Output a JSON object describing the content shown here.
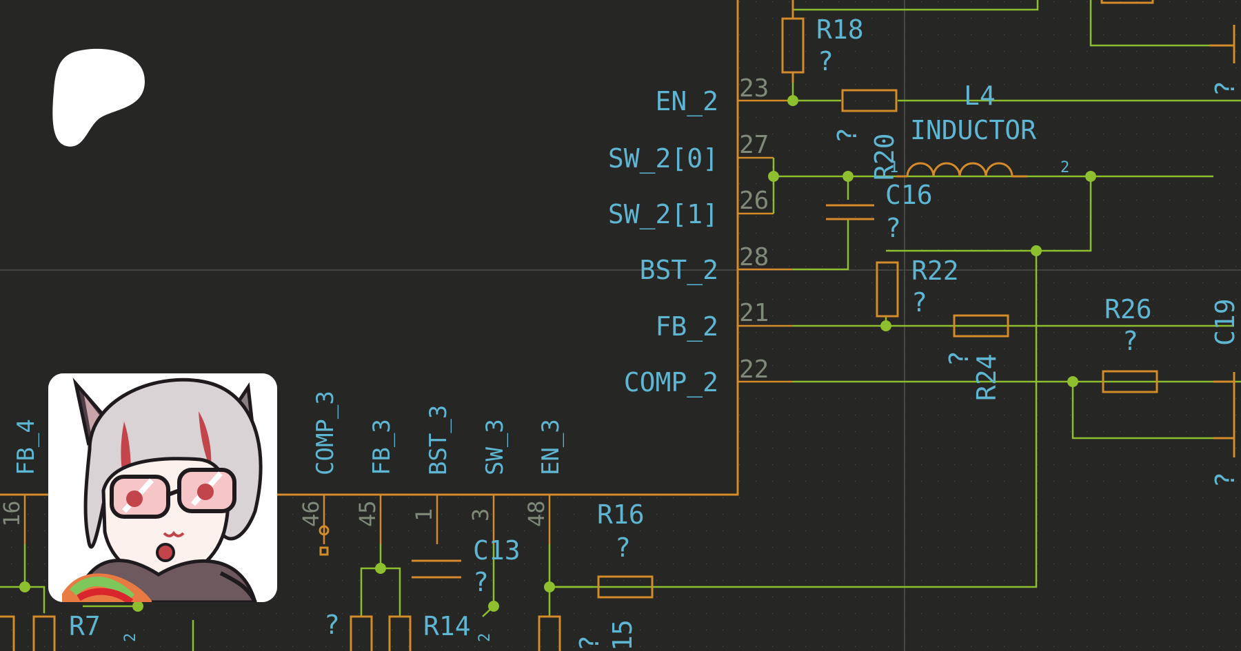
{
  "colors": {
    "background": "#262624",
    "wire": "#8dbf2e",
    "junction": "#8dbf2e",
    "component": "#d48b2a",
    "pin_label": "#5fb6d2",
    "pin_number": "#7f8a78",
    "ref": "#5fb6d2",
    "grid_dot": "#4b4b48"
  },
  "icons": {
    "brand": "patreon-logo-icon",
    "avatar": "anime-avatar-icon"
  },
  "ic_pins": {
    "right": [
      {
        "name": "EN_2",
        "num": "23"
      },
      {
        "name": "SW_2[0]",
        "num": "27"
      },
      {
        "name": "SW_2[1]",
        "num": "26"
      },
      {
        "name": "BST_2",
        "num": "28"
      },
      {
        "name": "FB_2",
        "num": "21"
      },
      {
        "name": "COMP_2",
        "num": "22"
      }
    ],
    "bottom": [
      {
        "name": "FB_4",
        "num": "16"
      },
      {
        "name": "COMP_3",
        "num": "46"
      },
      {
        "name": "FB_3",
        "num": "45"
      },
      {
        "name": "BST_3",
        "num": "1"
      },
      {
        "name": "SW_3",
        "num": "3"
      },
      {
        "name": "EN_3",
        "num": "48"
      }
    ]
  },
  "components": {
    "r18": {
      "ref": "R18",
      "value": "?"
    },
    "r20": {
      "ref": "R20",
      "value": "?"
    },
    "l4": {
      "ref": "L4",
      "value": "INDUCTOR",
      "pin1": "1",
      "pin2": "2"
    },
    "c16": {
      "ref": "C16",
      "value": "?"
    },
    "r22": {
      "ref": "R22",
      "value": "?"
    },
    "r24": {
      "ref": "R24",
      "value": "?"
    },
    "r26": {
      "ref": "R26",
      "value": "?"
    },
    "c19": {
      "ref": "C19"
    },
    "c13": {
      "ref": "C13",
      "value": "?"
    },
    "r16": {
      "ref": "R16",
      "value": "?"
    },
    "r14": {
      "ref": "R14",
      "pin2": "2"
    },
    "r7": {
      "ref": "R7",
      "pin2": "2"
    },
    "r15": {
      "ref": "15",
      "value": "?"
    },
    "edge_right_q1": "?",
    "edge_right_q2": "?",
    "edge_bottom_q": "?"
  }
}
